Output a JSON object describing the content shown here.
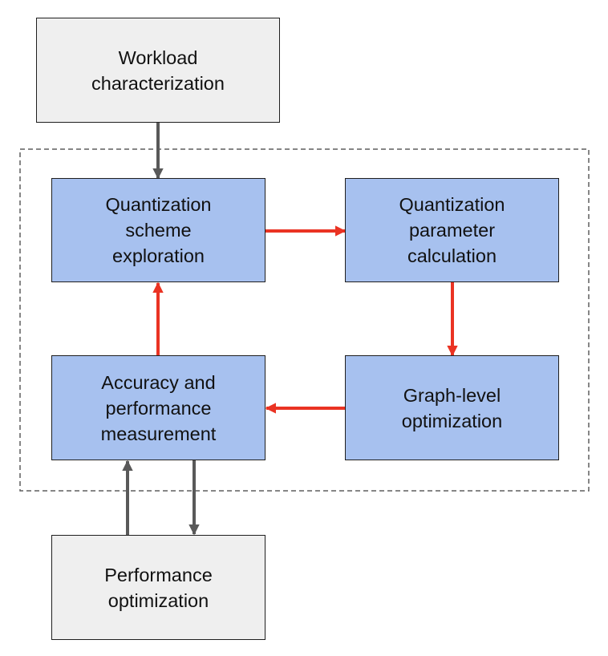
{
  "nodes": {
    "workload": {
      "label": "Workload\ncharacterization"
    },
    "scheme": {
      "label": "Quantization\nscheme\nexploration"
    },
    "param": {
      "label": "Quantization\nparameter\ncalculation"
    },
    "graph": {
      "label": "Graph-level\noptimization"
    },
    "accuracy": {
      "label": "Accuracy and\nperformance\nmeasurement"
    },
    "perf": {
      "label": "Performance\noptimization"
    }
  },
  "colors": {
    "gray_box": "#efefef",
    "blue_box": "#a7c1ef",
    "gray_arrow": "#595959",
    "red_arrow": "#ea3323",
    "dashed_border": "#5f5f5f"
  }
}
